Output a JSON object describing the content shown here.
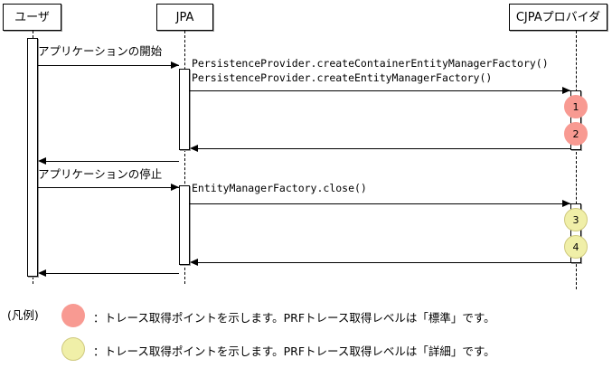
{
  "diagram": {
    "type": "uml-sequence-diagram",
    "lifelines": [
      {
        "id": "user",
        "label": "ユーザ"
      },
      {
        "id": "jpa",
        "label": "JPA"
      },
      {
        "id": "provider",
        "label": "CJPAプロバイダ"
      }
    ],
    "messages": [
      {
        "id": "m1",
        "from": "user",
        "to": "jpa",
        "label": "アプリケーションの開始",
        "kind": "call",
        "style": "japanese"
      },
      {
        "id": "m2",
        "from": "jpa",
        "to": "provider",
        "label": "PersistenceProvider.createContainerEntityManagerFactory()",
        "kind": "call",
        "style": "mono"
      },
      {
        "id": "m3",
        "from": "jpa",
        "to": "provider",
        "label": "PersistenceProvider.createEntityManagerFactory()",
        "kind": "call",
        "style": "mono"
      },
      {
        "id": "m4",
        "from": "provider",
        "to": "jpa",
        "label": "",
        "kind": "return",
        "style": "none"
      },
      {
        "id": "m5",
        "from": "jpa",
        "to": "user",
        "label": "",
        "kind": "return",
        "style": "none"
      },
      {
        "id": "m6",
        "from": "user",
        "to": "jpa",
        "label": "アプリケーションの停止",
        "kind": "call",
        "style": "japanese"
      },
      {
        "id": "m7",
        "from": "jpa",
        "to": "provider",
        "label": "EntityManagerFactory.close()",
        "kind": "call",
        "style": "mono"
      },
      {
        "id": "m8",
        "from": "provider",
        "to": "jpa",
        "label": "",
        "kind": "return",
        "style": "none"
      },
      {
        "id": "m9",
        "from": "jpa",
        "to": "user",
        "label": "",
        "kind": "return",
        "style": "none"
      }
    ],
    "trace_points": [
      {
        "id": "tp1",
        "number": "1",
        "level": "standard"
      },
      {
        "id": "tp2",
        "number": "2",
        "level": "standard"
      },
      {
        "id": "tp3",
        "number": "3",
        "level": "detail"
      },
      {
        "id": "tp4",
        "number": "4",
        "level": "detail"
      }
    ]
  },
  "legend": {
    "title": "(凡例)",
    "rows": [
      {
        "level": "standard",
        "text": "：トレース取得ポイントを示します。PRFトレース取得レベルは「標準」です。"
      },
      {
        "level": "detail",
        "text": "：トレース取得ポイントを示します。PRFトレース取得レベルは「詳細」です。"
      }
    ]
  },
  "colors": {
    "trace_standard": "#f89a92",
    "trace_detail": "#f0efa8",
    "trace_detail_border": "#cfc97e",
    "line": "#000000",
    "background": "#ffffff"
  }
}
